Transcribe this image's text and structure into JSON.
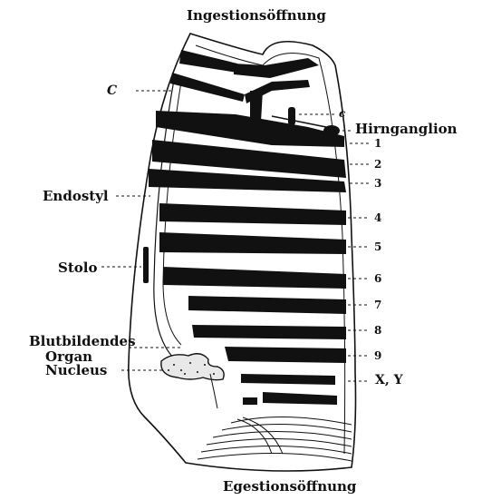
{
  "figure": {
    "top_label": "Ingestionsöffnung",
    "bottom_label": "Egestionsöffnung",
    "labels": {
      "C": "C",
      "c": "c",
      "hirnganglion": "Hirnganglion",
      "endostyl": "Endostyl",
      "stolo": "Stolo",
      "blutbildendes": "Blutbildendes",
      "organ": "Organ",
      "nucleus": "Nucleus",
      "xy": "X, Y"
    },
    "numbers": [
      "1",
      "2",
      "3",
      "4",
      "5",
      "6",
      "7",
      "8",
      "9"
    ]
  },
  "colors": {
    "ink": "#111111",
    "paper": "#ffffff"
  }
}
